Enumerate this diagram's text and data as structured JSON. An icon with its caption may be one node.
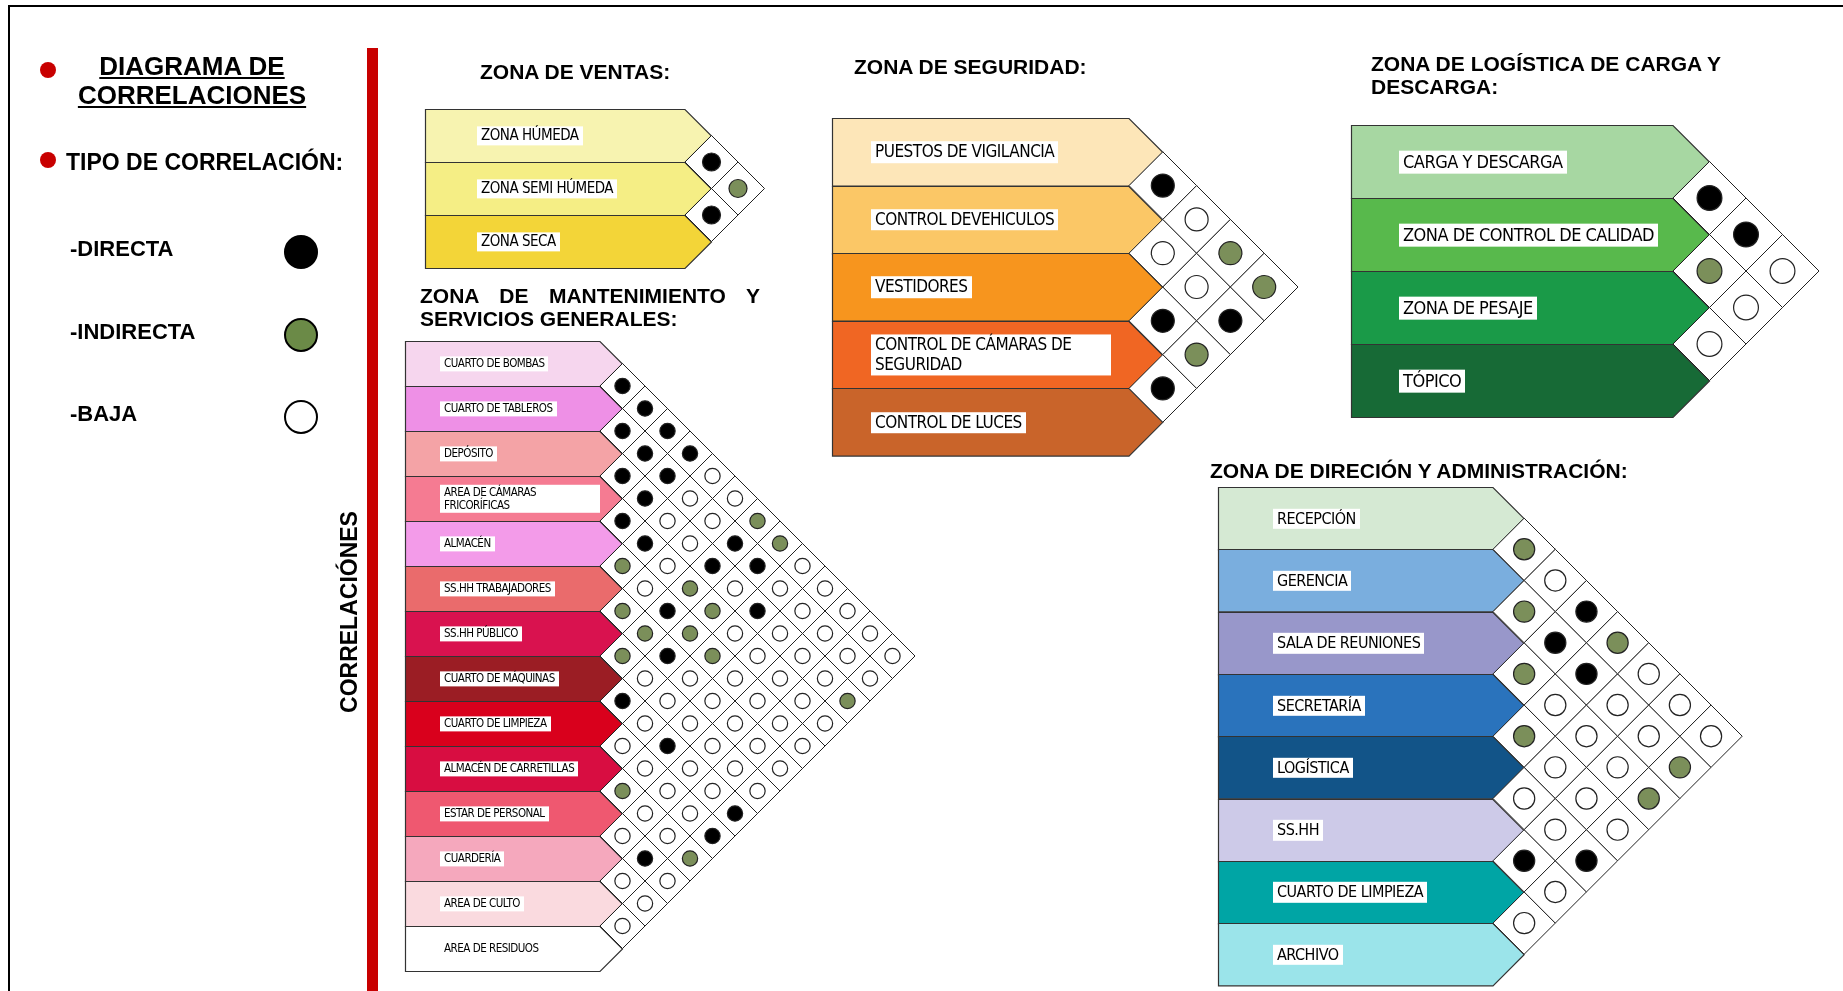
{
  "diagram": {
    "title": "DIAGRAMA DE CORRELACIONES",
    "nodes": [
      {
        "text": [
          "ZONA DE VENTAS:"
        ]
      },
      {
        "text": [
          "ZONA HÚMEDA"
        ],
        "in": 0
      },
      {
        "text": [
          "ZONA SEMI HÚMEDA"
        ],
        "in": 0
      },
      {
        "text": [
          "ZONA SECA"
        ],
        "in": 0
      },
      {
        "text": [
          "ZONA DE MANTENIMIENTO Y SERVICIOS GENERALES:"
        ]
      },
      {
        "text": [
          "CUARTO DE BOMBAS"
        ],
        "in": 4
      },
      {
        "text": [
          "CUARTO DE TABLEROS"
        ],
        "in": 4
      },
      {
        "text": [
          "DEPÓSITO"
        ],
        "in": 4
      },
      {
        "text": [
          "AREA DE CÁMARAS FRICORÍFICAS"
        ],
        "in": 4
      },
      {
        "text": [
          "ALMACÉN"
        ],
        "in": 4
      },
      {
        "text": [
          "SS.HH TRABAJADORES"
        ],
        "in": 4
      },
      {
        "text": [
          "SS.HH PÚBLICO"
        ],
        "in": 4
      },
      {
        "text": [
          "CUARTO DE MÁQUINAS"
        ],
        "in": 4
      },
      {
        "text": [
          "CUARTO DE LIMPIEZA"
        ],
        "in": 4
      },
      {
        "text": [
          "ALMACÉN DE CARRETILLAS"
        ],
        "in": 4
      },
      {
        "text": [
          "ESTAR DE PERSONAL"
        ],
        "in": 4
      },
      {
        "text": [
          "CUARDERÍA"
        ],
        "in": 4
      },
      {
        "text": [
          "AREA DE CULTO"
        ],
        "in": 4
      },
      {
        "text": [
          "AREA DE RESIDUOS"
        ],
        "in": 4
      },
      {
        "text": [
          "ZONA DE SEGURIDAD:"
        ]
      },
      {
        "text": [
          "PUESTOS DE VIGILANCIA"
        ],
        "in": 19
      },
      {
        "text": [
          "CONTROL DEVEHICULOS"
        ],
        "in": 19
      },
      {
        "text": [
          "VESTIDORES"
        ],
        "in": 19
      },
      {
        "text": [
          "CONTROL DE CÁMARAS DE SEGURIDAD"
        ],
        "in": 19
      },
      {
        "text": [
          "CONTROL DE LUCES"
        ],
        "in": 19
      },
      {
        "text": [
          "ZONA DE LOGÍSTICA DE CARGA Y DESCARGA:"
        ]
      },
      {
        "text": [
          "CARGA Y DESCARGA"
        ],
        "in": 25
      },
      {
        "text": [
          "ZONA DE CONTROL DE CALIDAD"
        ],
        "in": 25
      },
      {
        "text": [
          "ZONA DE PESAJE"
        ],
        "in": 25
      },
      {
        "text": [
          "TÓPICO"
        ],
        "in": 25
      },
      {
        "text": [
          "ZONA DE DIRECIÓN Y ADMINISTRACIÓN:"
        ]
      },
      {
        "text": [
          "RECEPCIÓN"
        ],
        "in": 30
      },
      {
        "text": [
          "GERENCIA"
        ],
        "in": 30
      },
      {
        "text": [
          "SALA DE REUNIONES"
        ],
        "in": 30
      },
      {
        "text": [
          "SECRETARÍA"
        ],
        "in": 30
      },
      {
        "text": [
          "LOGÍSTICA"
        ],
        "in": 30
      },
      {
        "text": [
          "SS.HH"
        ],
        "in": 30
      },
      {
        "text": [
          "CUARTO DE LIMPIEZA"
        ],
        "in": 30
      },
      {
        "text": [
          "ARCHIVO"
        ],
        "in": 30
      }
    ],
    "labels": [
      "TIPO DE CORRELACIÓN:",
      "CORRELACIÓNES"
    ],
    "legend": [
      {
        "text": "-DIRECTA",
        "color": "#000000"
      },
      {
        "text": "-INDIRECTA",
        "color": "#6b8a47"
      },
      {
        "text": "-BAJA",
        "color": "#ffffff"
      }
    ]
  }
}
